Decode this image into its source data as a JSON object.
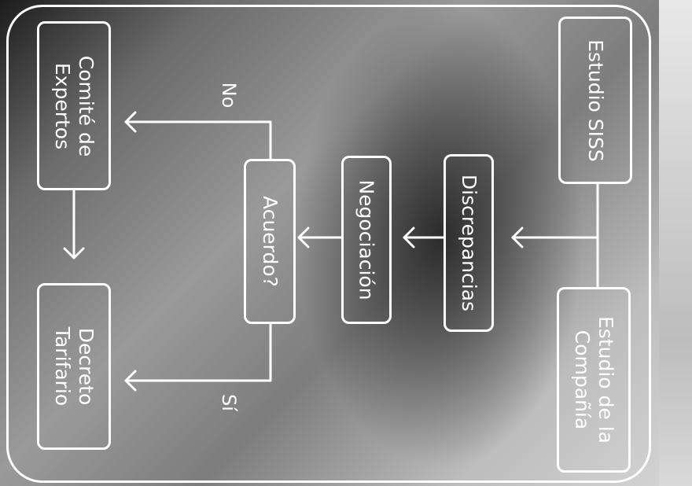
{
  "diagram": {
    "nodes": {
      "estudio_siss": "Estudio SISS",
      "estudio_compania_line1": "Estudio de la",
      "estudio_compania_line2": "Compañía",
      "discrepancias": "Discrepancias",
      "negociacion": "Negociación",
      "acuerdo": "Acuerdo?",
      "comite_line1": "Comité de",
      "comite_line2": "Expertos",
      "decreto_line1": "Decreto",
      "decreto_line2": "Tarifario"
    },
    "edge_labels": {
      "no": "No",
      "si": "Sí"
    }
  }
}
